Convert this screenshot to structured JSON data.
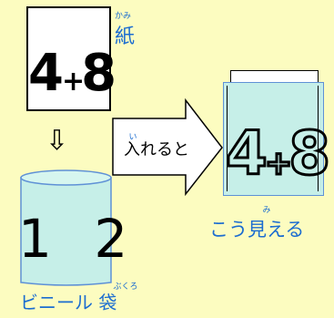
{
  "paper": {
    "label": "紙",
    "ruby": "かみ",
    "equation_left": "4",
    "equation_op": "+",
    "equation_right": "8"
  },
  "bag": {
    "label": "ビニール 袋",
    "ruby": "ぶくろ",
    "result": "1 2"
  },
  "arrow": {
    "label": "入れると",
    "ruby": "い"
  },
  "view": {
    "label": "こう見える",
    "ruby": "み",
    "equation_left": "4",
    "equation_op": "+",
    "equation_right": "8"
  },
  "colors": {
    "background": "#fcfcc0",
    "label_blue": "#1c6dd0",
    "bag_fill": "#c6efe8",
    "bag_border": "#5f91d6"
  }
}
